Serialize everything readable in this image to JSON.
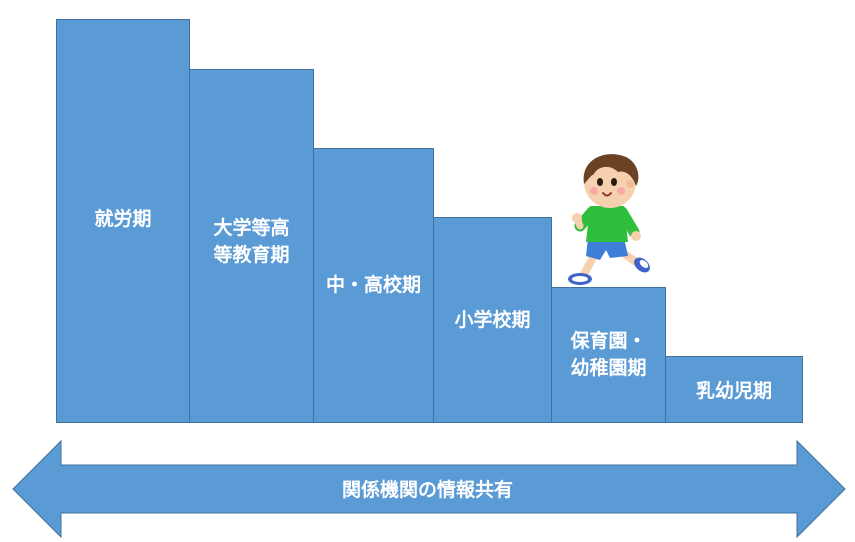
{
  "steps": [
    {
      "label": "就労期"
    },
    {
      "label": "大学等高\n等教育期"
    },
    {
      "label": "中・高校期"
    },
    {
      "label": "小学校期"
    },
    {
      "label": "保育園・\n幼稚園期"
    },
    {
      "label": "乳幼児期"
    }
  ],
  "arrow": {
    "label": "関係機関の情報共有"
  },
  "colors": {
    "step_fill": "#5b9bd5",
    "step_border": "#41719c",
    "arrow_fill": "#5b9bd5"
  },
  "illustration": {
    "icon": "walking-child-icon"
  }
}
